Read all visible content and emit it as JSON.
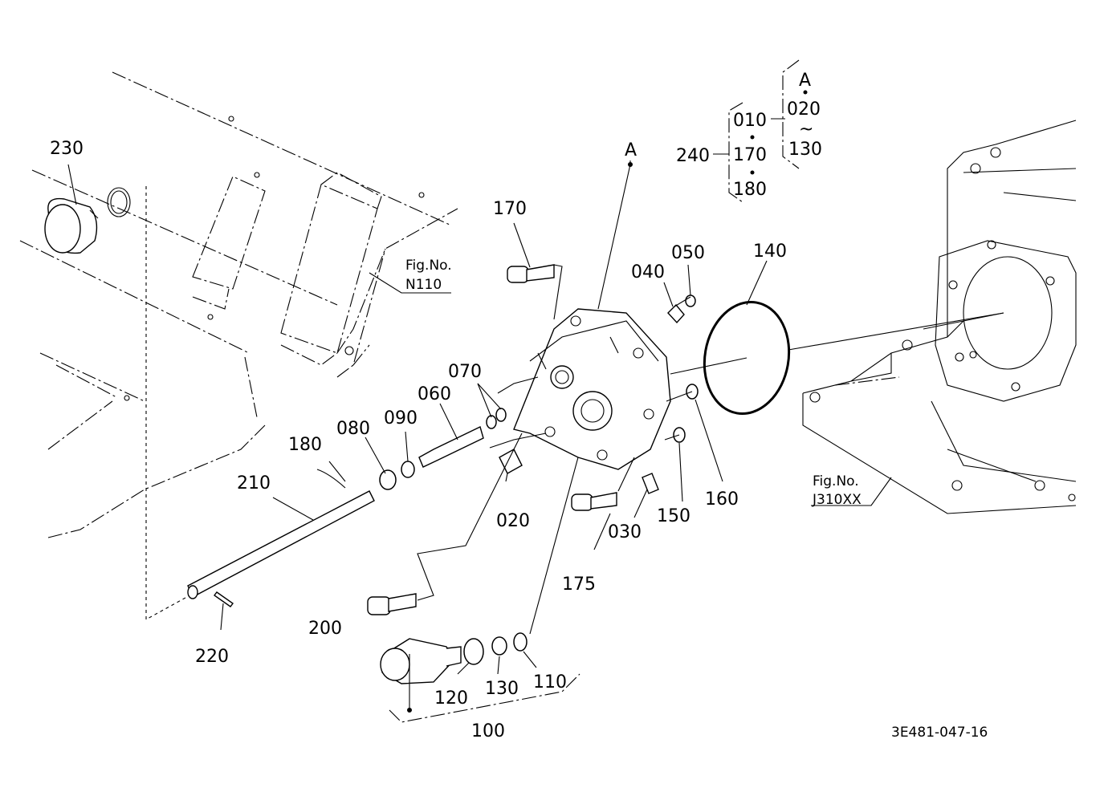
{
  "parts": [
    {
      "id": "p010",
      "label": "010"
    },
    {
      "id": "p020",
      "label": "020"
    },
    {
      "id": "p030",
      "label": "030"
    },
    {
      "id": "p040",
      "label": "040"
    },
    {
      "id": "p050",
      "label": "050"
    },
    {
      "id": "p060",
      "label": "060"
    },
    {
      "id": "p070",
      "label": "070"
    },
    {
      "id": "p080",
      "label": "080"
    },
    {
      "id": "p090",
      "label": "090"
    },
    {
      "id": "p100",
      "label": "100"
    },
    {
      "id": "p110",
      "label": "110"
    },
    {
      "id": "p120",
      "label": "120"
    },
    {
      "id": "p130",
      "label": "130"
    },
    {
      "id": "p140",
      "label": "140"
    },
    {
      "id": "p150",
      "label": "150"
    },
    {
      "id": "p160",
      "label": "160"
    },
    {
      "id": "p170",
      "label": "170"
    },
    {
      "id": "p175",
      "label": "175"
    },
    {
      "id": "p180",
      "label": "180"
    },
    {
      "id": "p200",
      "label": "200"
    },
    {
      "id": "p210",
      "label": "210"
    },
    {
      "id": "p220",
      "label": "220"
    },
    {
      "id": "p230",
      "label": "230"
    },
    {
      "id": "p240",
      "label": "240"
    }
  ],
  "group": {
    "set_label": "240",
    "col1": [
      "010",
      "170",
      "180"
    ],
    "col2_top": "A",
    "col2": [
      "020",
      "~",
      "130"
    ]
  },
  "callout_A": "A",
  "refs": [
    {
      "line1": "Fig.No.",
      "line2": "N110"
    },
    {
      "line1": "Fig.No.",
      "line2": "J310XX"
    }
  ],
  "drawing_code": "3E481-047-16"
}
